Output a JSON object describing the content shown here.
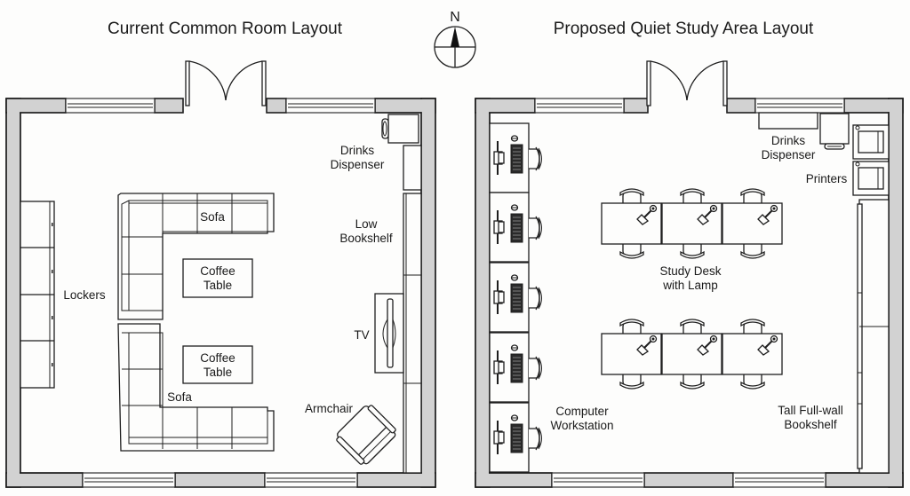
{
  "compass": {
    "label": "N"
  },
  "current_plan": {
    "title": "Current Common Room Layout",
    "labels": {
      "drinks_1": "Drinks",
      "drinks_2": "Dispenser",
      "bookshelf_1": "Low",
      "bookshelf_2": "Bookshelf",
      "sofa_top": "Sofa",
      "sofa_bottom": "Sofa",
      "coffee_top_1": "Coffee",
      "coffee_top_2": "Table",
      "coffee_bottom_1": "Coffee",
      "coffee_bottom_2": "Table",
      "lockers": "Lockers",
      "tv": "TV",
      "armchair": "Armchair"
    }
  },
  "proposed_plan": {
    "title": "Proposed Quiet Study Area Layout",
    "labels": {
      "drinks_1": "Drinks",
      "drinks_2": "Dispenser",
      "printers": "Printers",
      "desk_1": "Study Desk",
      "desk_2": "with Lamp",
      "workstation_1": "Computer",
      "workstation_2": "Workstation",
      "bookshelf_1": "Tall Full-wall",
      "bookshelf_2": "Bookshelf"
    },
    "workstation_count": 5,
    "study_desk_rows": 2,
    "desks_per_row": 3
  }
}
